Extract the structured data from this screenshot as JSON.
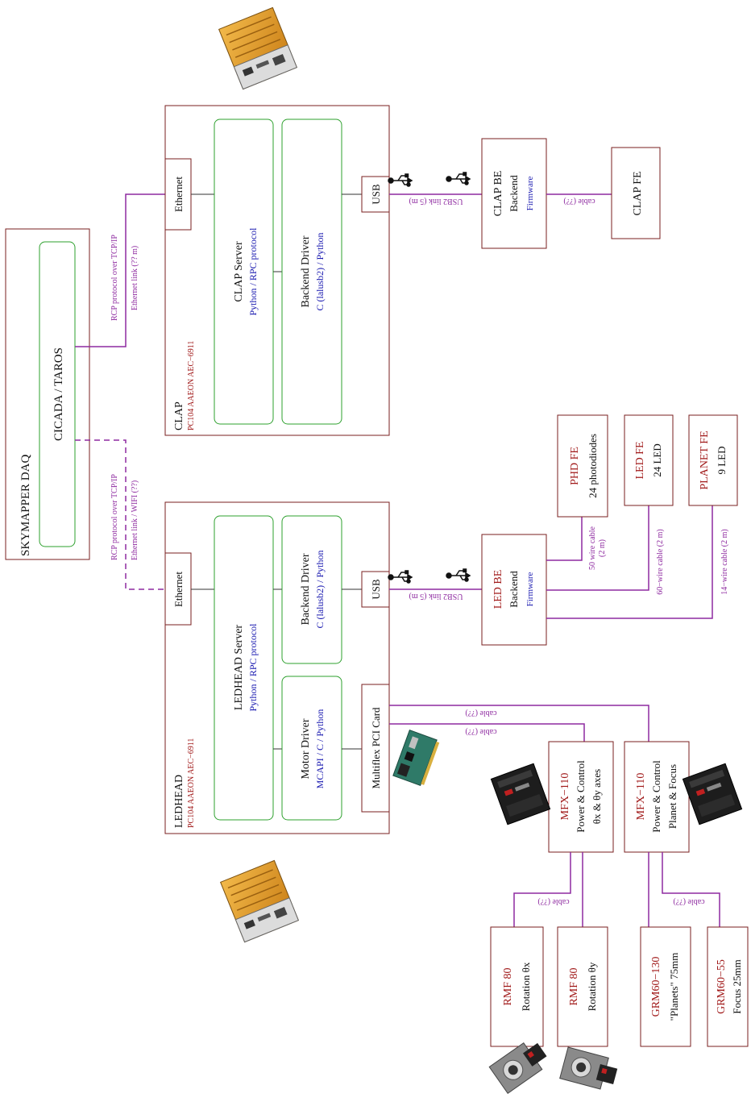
{
  "colors": {
    "box_border": "#7a1f1f",
    "inner_box_border": "#2ea02e",
    "link_purple": "#8e2aa0",
    "title_red": "#a01818",
    "text_blue": "#1a1ab0",
    "text_black": "#111111"
  },
  "daq": {
    "title": "SKYMAPPER DAQ",
    "inner": "CICADA / TAROS"
  },
  "clap": {
    "title": "CLAP",
    "subtitle": "PC104 AAEON AEC−6911",
    "ethernet": "Ethernet",
    "server_title": "CLAP Server",
    "server_sub": "Python / RPC protocol",
    "driver_title": "Backend Driver",
    "driver_sub": "C (lalusb2) / Python",
    "usb": "USB",
    "link_label1": "RCP protocol over TCP/IP",
    "link_label2": "Ethernet link (?? m)",
    "usb_link": "USB2 link (5 m)",
    "be_title": "CLAP BE",
    "be_sub": "Backend",
    "be_fw": "Firmware",
    "cable": "cable (??)",
    "fe_title": "CLAP FE"
  },
  "ledhead": {
    "title": "LEDHEAD",
    "subtitle": "PC104 AAEON AEC−6911",
    "ethernet": "Ethernet",
    "server_title": "LEDHEAD Server",
    "server_sub": "Python / RPC protocol",
    "driver_title": "Backend Driver",
    "driver_sub": "C (lalusb2) / Python",
    "motor_title": "Motor Driver",
    "motor_sub": "MCAPI / C / Python",
    "usb": "USB",
    "pci": "Multiflex PCI Card",
    "link_label1": "RCP protocol over TCP/IP",
    "link_label2": "Ethernet link / WIFI (??)",
    "usb_link": "USB2 link (5 m)",
    "cable1": "cable (??)",
    "cable2": "cable (??)"
  },
  "led_be": {
    "title": "LED BE",
    "sub": "Backend",
    "fw": "Firmware"
  },
  "fe_boxes": [
    {
      "title": "PHD FE",
      "sub": "24 photodiodes",
      "cable": [
        "50 wire cable",
        "(2 m)"
      ]
    },
    {
      "title": "LED FE",
      "sub": "24 LED",
      "cable": [
        "60−wire cable (2 m)"
      ]
    },
    {
      "title": "PLANET FE",
      "sub": "9 LED",
      "cable": [
        "14−wire cable (2 m)"
      ]
    }
  ],
  "mfx": [
    {
      "title": "MFX−110",
      "sub": "Power & Control",
      "sub2": "θx & θy axes"
    },
    {
      "title": "MFX−110",
      "sub": "Power & Control",
      "sub2": "Planet & Focus"
    }
  ],
  "stages": [
    {
      "title": "RMF 80",
      "sub": "Rotation  θx"
    },
    {
      "title": "RMF 80",
      "sub": "Rotation  θy"
    },
    {
      "title": "GRM60−130",
      "sub": "\"Planets\" 75mm"
    },
    {
      "title": "GRM60−55",
      "sub": "Focus 25mm"
    }
  ],
  "stage_cables": [
    "cable (??)",
    "cable (??)"
  ]
}
